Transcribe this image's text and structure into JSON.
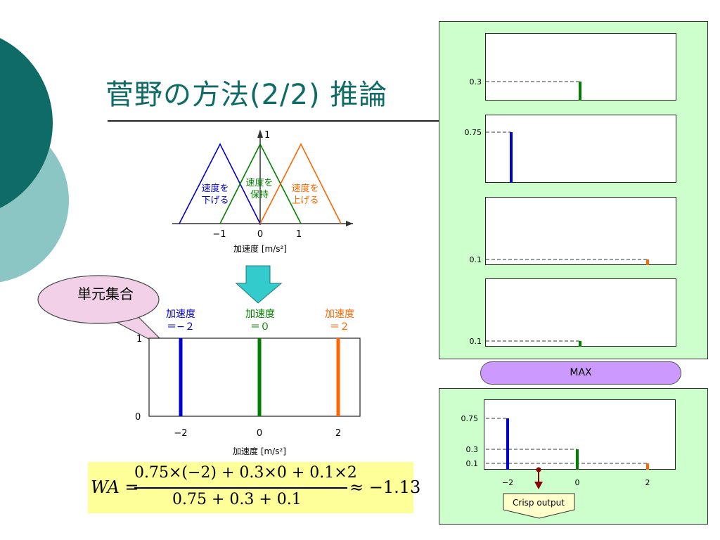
{
  "slide": {
    "title": "菅野の方法(2/2)  推論",
    "speech_bubble": "単元集合"
  },
  "membership_diagram": {
    "peak": "1",
    "ticks": [
      "−1",
      "0",
      "1"
    ],
    "xlabel": "加速度 [m/s²]",
    "sets": [
      {
        "name_line1": "速度を",
        "name_line2": "下げる",
        "color": "#0000cc"
      },
      {
        "name_line1": "速度を",
        "name_line2": "保持",
        "color": "#008000"
      },
      {
        "name_line1": "速度を",
        "name_line2": "上げる",
        "color": "#ff6600"
      }
    ]
  },
  "singleton_chart": {
    "labels": [
      {
        "line1": "加速度",
        "line2": "＝−２",
        "color": "#0000cc"
      },
      {
        "line1": "加速度",
        "line2": "＝０",
        "color": "#008000"
      },
      {
        "line1": "加速度",
        "line2": "＝２",
        "color": "#ff6600"
      }
    ],
    "y_top": "1",
    "y_bottom": "0",
    "ticks": [
      "−2",
      "0",
      "2"
    ],
    "xlabel": "加速度 [m/s²]"
  },
  "formula": {
    "lhs": "WA =",
    "numerator": "0.75×(−2) + 0.3×0 + 0.1×2",
    "denominator": "0.75 + 0.3 + 0.1",
    "rhs": "≈ −1.13"
  },
  "rule_panels": [
    {
      "level": "0.3",
      "value": 0.3,
      "position": 0,
      "color": "#008000"
    },
    {
      "level": "0.75",
      "value": 0.75,
      "position": -2,
      "color": "#0000cc"
    },
    {
      "level": "0.1",
      "value": 0.1,
      "position": 2,
      "color": "#ff6600"
    },
    {
      "level": "0.1",
      "value": 0.1,
      "position": 0,
      "color": "#008000"
    }
  ],
  "max_label": "MAX",
  "result_panel": {
    "levels": [
      "0.75",
      "0.3",
      "0.1"
    ],
    "ticks": [
      "−2",
      "0",
      "2"
    ],
    "crisp_output": "Crisp output"
  },
  "colors": {
    "teal_dark": "#0e6b66",
    "teal_light": "#8cc6c4",
    "panel_green": "#ccffcc",
    "max_purple": "#cc99ff",
    "formula_yellow": "#ffff99",
    "arrow_cyan": "#33cccc"
  }
}
